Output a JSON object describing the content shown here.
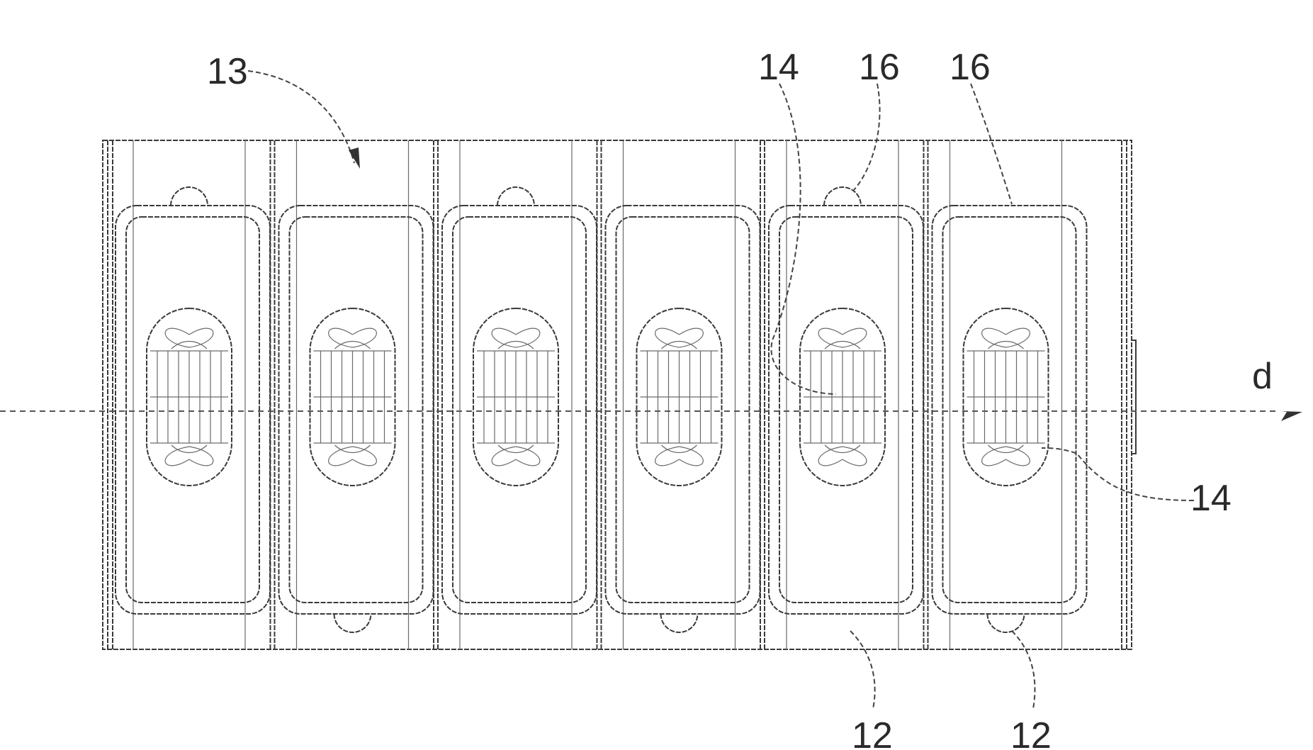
{
  "labels": {
    "strip": "13",
    "insert_a": "14",
    "insert_b": "14",
    "notch_a": "16",
    "notch_b": "16",
    "pocket_a": "12",
    "pocket_b": "12",
    "direction": "d"
  },
  "cells": [
    {
      "notch": "top"
    },
    {
      "notch": "bottom"
    },
    {
      "notch": "top"
    },
    {
      "notch": "bottom"
    },
    {
      "notch": "top"
    },
    {
      "notch": "bottom"
    }
  ]
}
